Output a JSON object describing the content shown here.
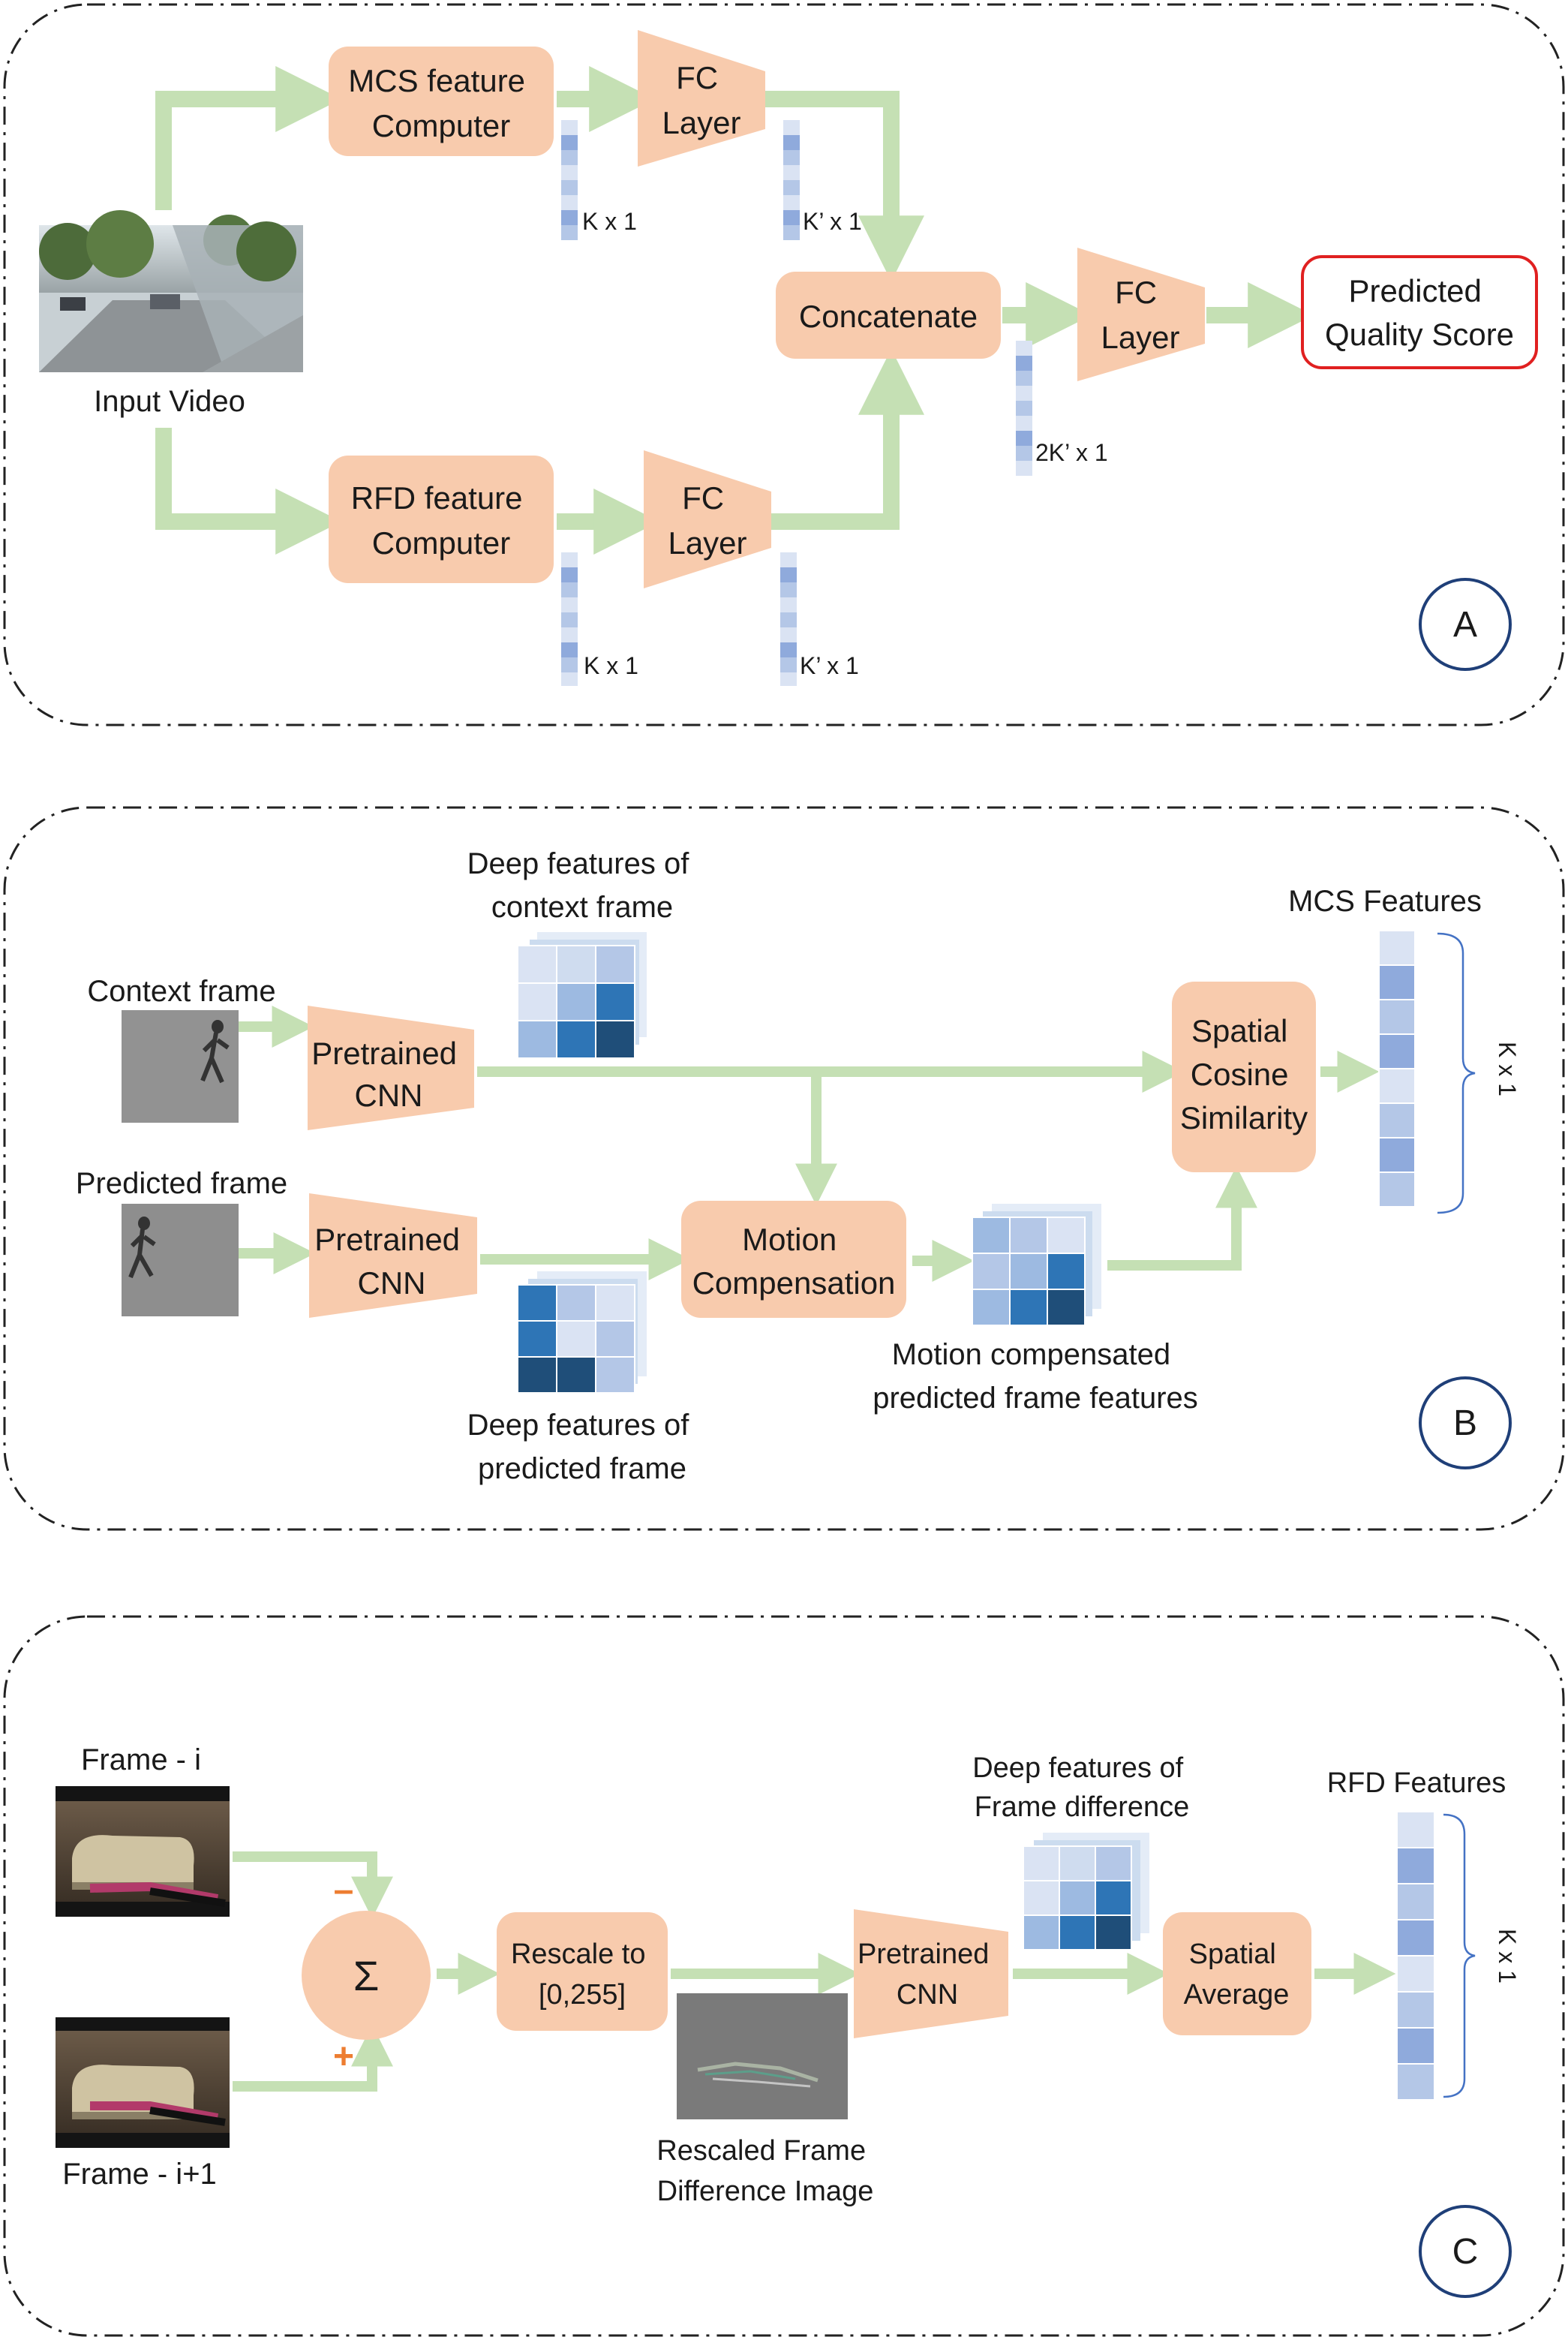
{
  "panels": {
    "A": {
      "letter": "A",
      "input_video": "Input  Video",
      "mcs_computer": [
        "MCS feature",
        "Computer"
      ],
      "rfd_computer": [
        "RFD feature",
        "Computer"
      ],
      "fc_layer": [
        "FC",
        "Layer"
      ],
      "concatenate": "Concatenate",
      "predicted_score": [
        "Predicted",
        "Quality Score"
      ],
      "dims": {
        "k": "K x 1",
        "kp": "K’ x 1",
        "two_kp": "2K’ x 1"
      }
    },
    "B": {
      "letter": "B",
      "deep_context": [
        "Deep features of",
        "context frame"
      ],
      "context_frame": "Context frame",
      "predicted_frame": "Predicted frame",
      "pretrained_cnn": [
        "Pretrained",
        "CNN"
      ],
      "motion_comp": [
        "Motion",
        "Compensation"
      ],
      "spatial_cosine": [
        "Spatial",
        "Cosine",
        "Similarity"
      ],
      "mcs_features": "MCS Features",
      "k_dim": "K x 1",
      "deep_predicted": [
        "Deep features of",
        "predicted frame"
      ],
      "motion_comp_feats": [
        "Motion compensated",
        "predicted frame features"
      ]
    },
    "C": {
      "letter": "C",
      "frame_i": "Frame - i",
      "frame_i1": "Frame - i+1",
      "minus": "–",
      "plus": "+",
      "sigma": "Σ",
      "rescale": [
        "Rescale to",
        "[0,255]"
      ],
      "pretrained_cnn": [
        "Pretrained",
        "CNN"
      ],
      "deep_diff": [
        "Deep features of",
        "Frame difference"
      ],
      "spatial_avg": [
        "Spatial",
        "Average"
      ],
      "rfd_features": "RFD Features",
      "k_dim": "K x 1",
      "rescaled_caption": [
        "Rescaled Frame",
        "Difference Image"
      ]
    }
  },
  "colors": {
    "box_fill": "#f8cbad",
    "arrow": "#c5e0b4",
    "border": "#222222",
    "score_border": "#e02020",
    "circle": "#1f3f78",
    "vec_light": "#dae3f3",
    "vec_mid": "#b4c7e7",
    "vec_dark": "#8faadc",
    "sign": "#ed7d31"
  }
}
